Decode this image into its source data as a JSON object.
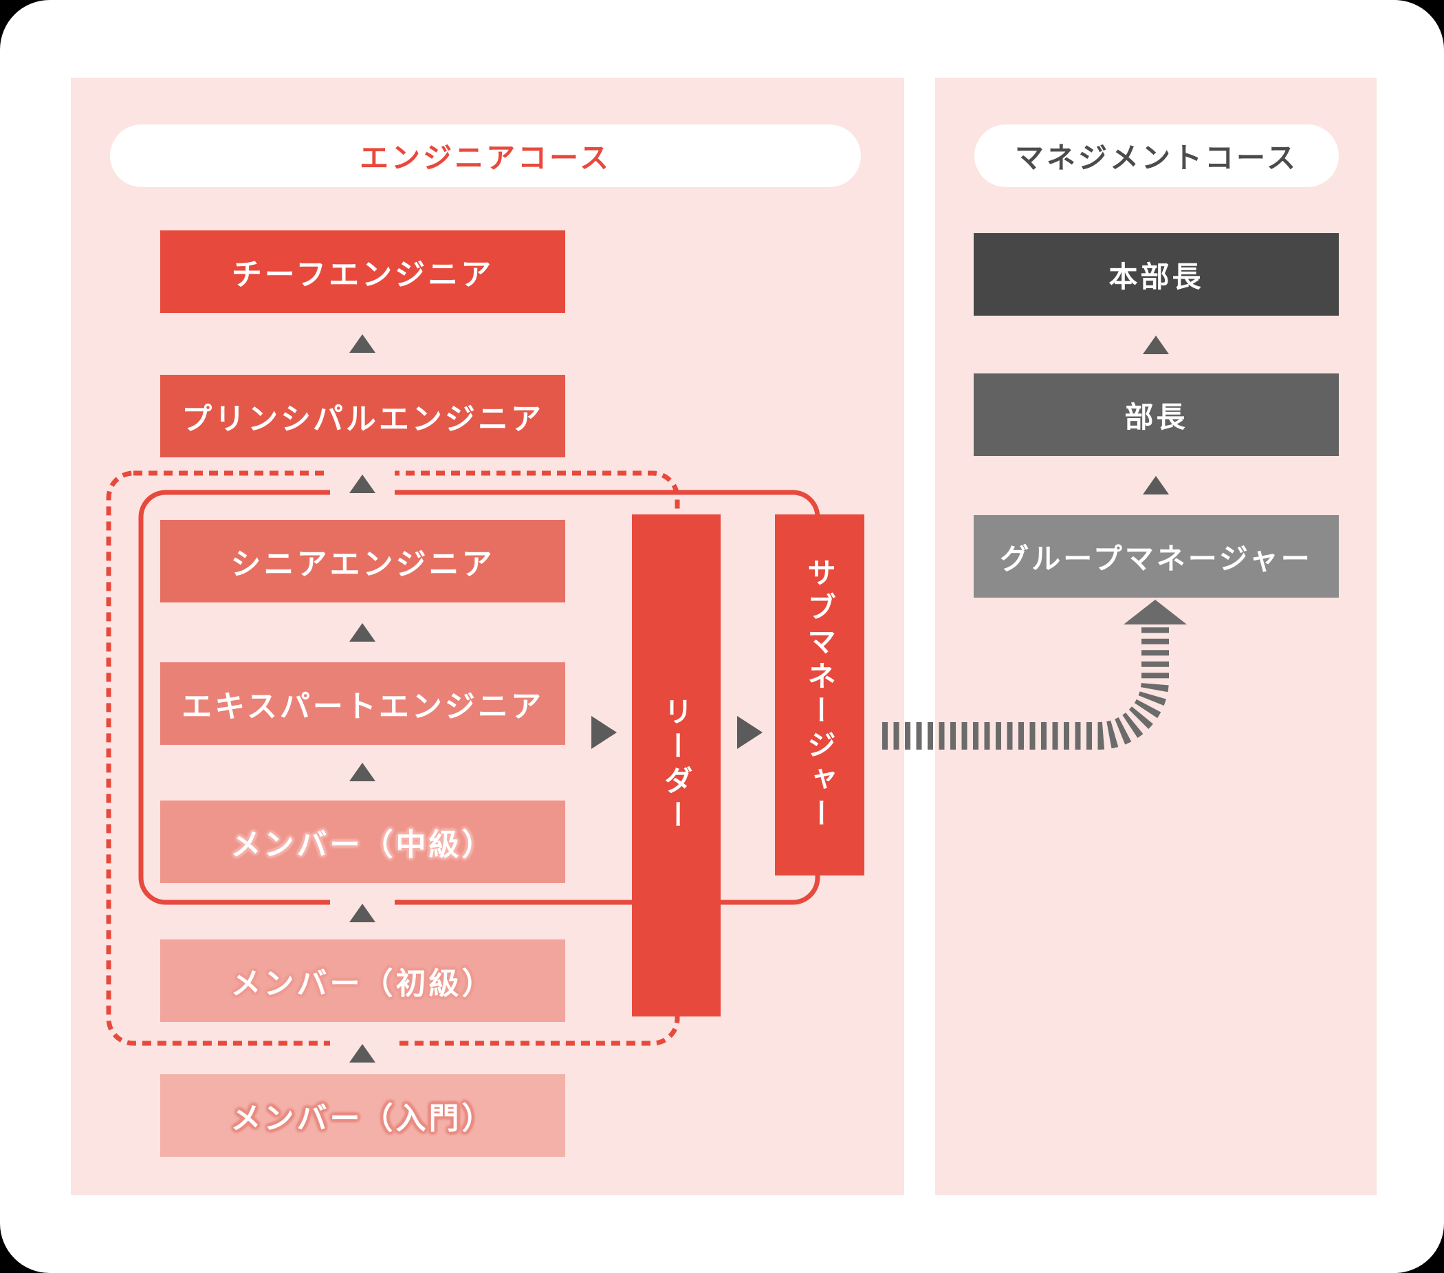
{
  "palette": {
    "background": "#000000",
    "card": "#ffffff",
    "panel_pink": "#fbe4e1",
    "primary_red": "#e7493c",
    "outline_red": "#e7493c",
    "arrow_gray": "#5b5b5b",
    "striped_arrow_gray": "#6b6b6b"
  },
  "engineer_course": {
    "title": "エンジニアコース",
    "title_color": "#e7493c",
    "levels": [
      {
        "label": "チーフエンジニア",
        "color": "#e7493c"
      },
      {
        "label": "プリンシパルエンジニア",
        "color": "#e4584a"
      },
      {
        "label": "シニアエンジニア",
        "color": "#e76f62"
      },
      {
        "label": "エキスパートエンジニア",
        "color": "#ea8177"
      },
      {
        "label": "メンバー（中級）",
        "color": "#ee968c"
      },
      {
        "label": "メンバー（初級）",
        "color": "#f1a59d"
      },
      {
        "label": "メンバー（入門）",
        "color": "#f3b1a9"
      }
    ],
    "roles": [
      {
        "label": "リーダー",
        "color": "#e7493c"
      },
      {
        "label": "サブマネージャー",
        "color": "#e7493c"
      }
    ]
  },
  "management_course": {
    "title": "マネジメントコース",
    "title_color": "#4b4b4b",
    "levels": [
      {
        "label": "本部長",
        "color": "#474747"
      },
      {
        "label": "部長",
        "color": "#626262"
      },
      {
        "label": "グループマネージャー",
        "color": "#8b8b8b"
      }
    ]
  }
}
